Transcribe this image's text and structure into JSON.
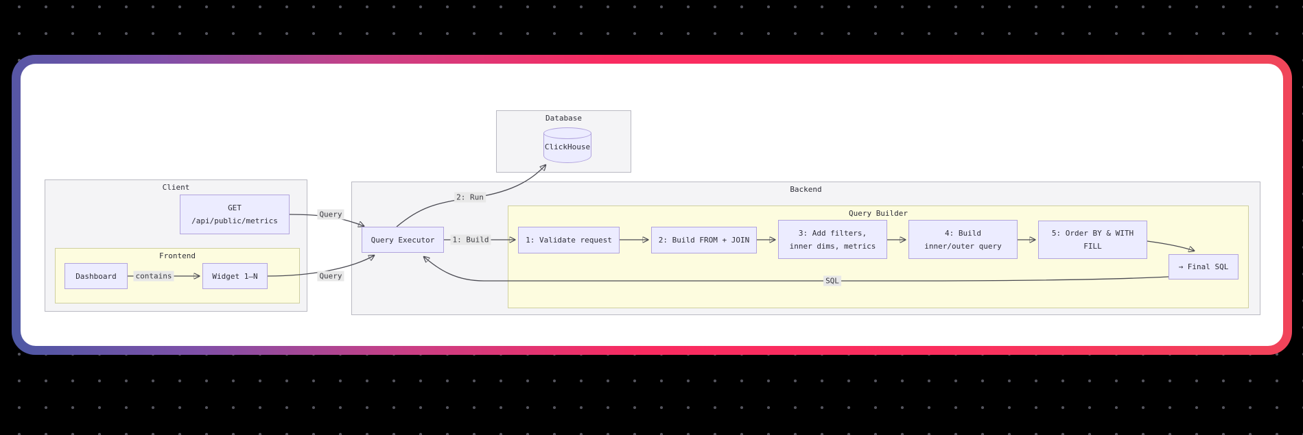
{
  "colors": {
    "bg": "#000000",
    "dot": "#53535c",
    "canvas": "#ffffff",
    "grad0": "#4d58a4",
    "grad1": "#7f50a8",
    "grad2": "#c93f85",
    "grad3": "#f92b60",
    "grad4": "#fb2e5e",
    "grad5": "#f0465a",
    "cluster_gray": "#f4f4f6",
    "cluster_gray_border": "#b9b9c2",
    "cluster_yellow": "#fdfcdf",
    "cluster_yellow_border": "#cfcf9f",
    "node_fill": "#ececff",
    "node_border": "#b1a3dd",
    "edge": "#4a4a52",
    "label_bg": "#e8e8e8"
  },
  "diagram": {
    "clusters": {
      "database": {
        "title": "Database"
      },
      "client": {
        "title": "Client"
      },
      "frontend": {
        "title": "Frontend"
      },
      "backend": {
        "title": "Backend"
      },
      "query_builder": {
        "title": "Query Builder"
      }
    },
    "nodes": {
      "clickhouse": {
        "label": "ClickHouse"
      },
      "get_api": {
        "lines": [
          "GET",
          "/api/public/metrics"
        ]
      },
      "dashboard": {
        "label": "Dashboard"
      },
      "widget": {
        "label": "Widget 1–N"
      },
      "query_executor": {
        "label": "Query Executor"
      },
      "validate": {
        "label": "1: Validate request"
      },
      "build_from": {
        "label": "2: Build FROM + JOIN"
      },
      "add_filters": {
        "lines": [
          "3: Add filters,",
          "inner dims, metrics"
        ]
      },
      "build_inner": {
        "lines": [
          "4: Build",
          "inner/outer query"
        ]
      },
      "order_by": {
        "lines": [
          "5: Order BY & WITH",
          "FILL"
        ]
      },
      "final_sql": {
        "label": "→ Final SQL"
      }
    },
    "edge_labels": {
      "query_get": "Query",
      "query_widget": "Query",
      "run": "2: Run",
      "build": "1: Build",
      "contains": "contains",
      "sql": "SQL"
    }
  }
}
